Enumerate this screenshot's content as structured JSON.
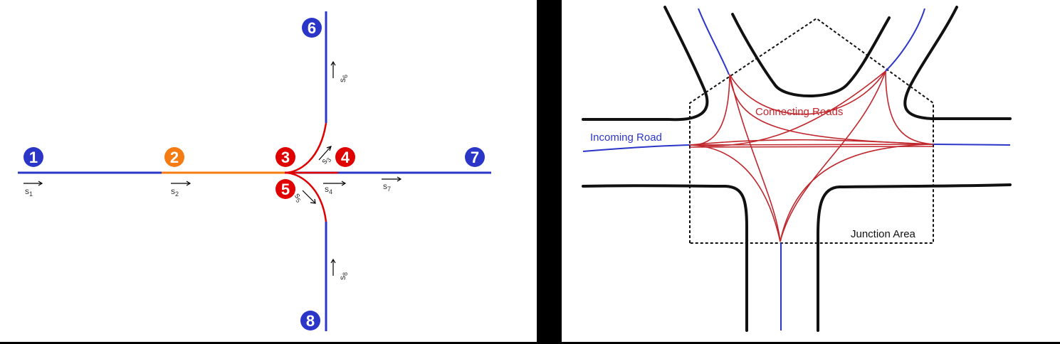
{
  "colors": {
    "blue": "#2b36c9",
    "orange": "#f57c12",
    "red": "#e00000",
    "road_black": "#111111",
    "connecting_red": "#c0272d",
    "incoming_blue": "#2b35c9",
    "junction_text": "#111111"
  },
  "left_diagram": {
    "nodes": [
      {
        "label": "1",
        "color": "#2b36c9"
      },
      {
        "label": "2",
        "color": "#f57c12"
      },
      {
        "label": "3",
        "color": "#e00000"
      },
      {
        "label": "4",
        "color": "#e00000"
      },
      {
        "label": "5",
        "color": "#e00000"
      },
      {
        "label": "6",
        "color": "#2b36c9"
      },
      {
        "label": "7",
        "color": "#2b36c9"
      },
      {
        "label": "8",
        "color": "#2b36c9"
      }
    ],
    "arc_labels": [
      {
        "base": "s",
        "sub": "1"
      },
      {
        "base": "s",
        "sub": "2"
      },
      {
        "base": "s",
        "sub": "3"
      },
      {
        "base": "s",
        "sub": "4"
      },
      {
        "base": "s",
        "sub": "5"
      },
      {
        "base": "s",
        "sub": "6"
      },
      {
        "base": "s",
        "sub": "7"
      },
      {
        "base": "s",
        "sub": "8"
      }
    ]
  },
  "right_diagram": {
    "labels": {
      "incoming_road": "Incoming Road",
      "connecting_roads": "Connecting Roads",
      "junction_area": "Junction Area"
    }
  }
}
